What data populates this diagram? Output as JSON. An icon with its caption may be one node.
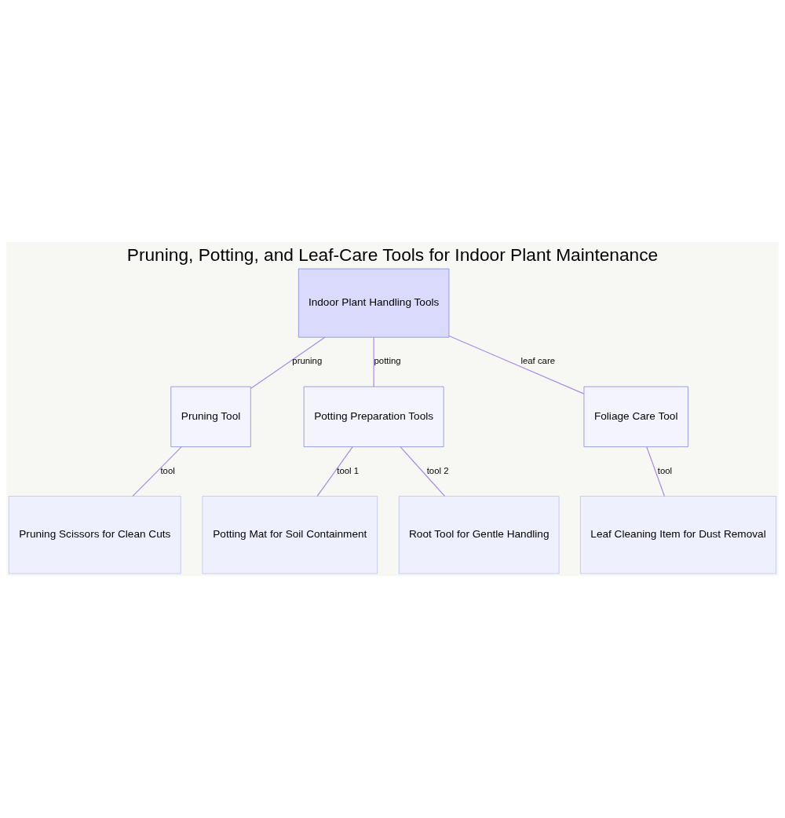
{
  "diagram": {
    "title": "Pruning, Potting, and Leaf-Care Tools for Indoor Plant Maintenance",
    "nodes": [
      {
        "text": [
          "Indoor Plant Handling Tools"
        ]
      },
      {
        "text": [
          "Pruning Tool"
        ]
      },
      {
        "text": [
          "Potting Preparation Tools"
        ]
      },
      {
        "text": [
          "Foliage Care Tool"
        ]
      },
      {
        "text": [
          "Pruning Scissors for Clean Cuts"
        ]
      },
      {
        "text": [
          "Potting Mat for Soil Containment"
        ]
      },
      {
        "text": [
          "Root Tool for Gentle Handling"
        ]
      },
      {
        "text": [
          "Leaf Cleaning Item for Dust Removal"
        ]
      }
    ],
    "edges": [
      {
        "from": 0,
        "to": 1,
        "arrow": "none",
        "label": "pruning"
      },
      {
        "from": 0,
        "to": 2,
        "arrow": "none",
        "label": "potting"
      },
      {
        "from": 0,
        "to": 3,
        "arrow": "none",
        "label": "leaf care"
      },
      {
        "from": 1,
        "to": 4,
        "arrow": "none",
        "label": "tool"
      },
      {
        "from": 2,
        "to": 5,
        "arrow": "none",
        "label": "tool 1"
      },
      {
        "from": 2,
        "to": 6,
        "arrow": "none",
        "label": "tool 2"
      },
      {
        "from": 3,
        "to": 7,
        "arrow": "none",
        "label": "tool"
      }
    ]
  }
}
